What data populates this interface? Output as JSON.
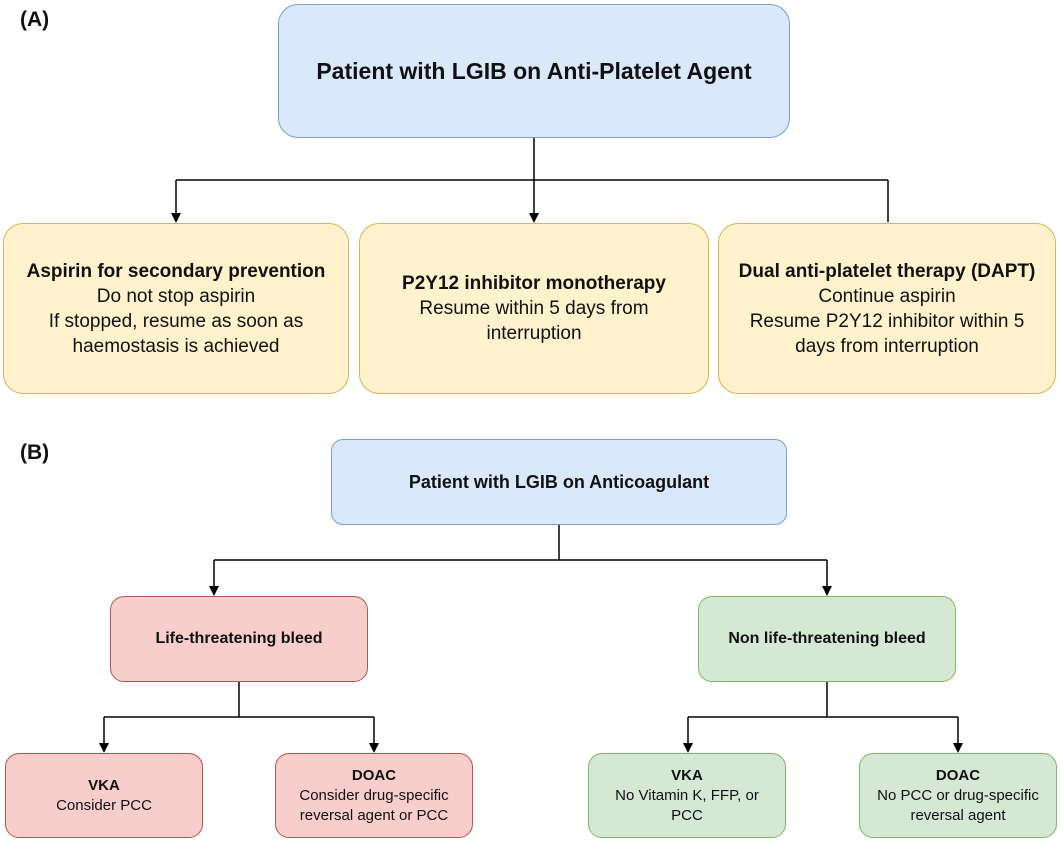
{
  "panel_a": {
    "label": "(A)",
    "root": "Patient with LGIB on Anti-Platelet Agent",
    "aspirin": {
      "title": "Aspirin for secondary prevention",
      "lines": [
        "Do not stop aspirin",
        "If stopped, resume as soon as",
        "haemostasis is achieved"
      ]
    },
    "p2y12": {
      "title": "P2Y12 inhibitor monotherapy",
      "lines": [
        "Resume within 5 days from",
        "interruption"
      ]
    },
    "dapt": {
      "title": "Dual anti-platelet therapy (DAPT)",
      "lines": [
        "Continue aspirin",
        "Resume P2Y12 inhibitor within 5",
        "days from interruption"
      ]
    }
  },
  "panel_b": {
    "label": "(B)",
    "root": "Patient with LGIB on Anticoagulant",
    "life": {
      "title": "Life-threatening bleed",
      "vka": {
        "title": "VKA",
        "lines": [
          "Consider PCC"
        ]
      },
      "doac": {
        "title": "DOAC",
        "lines": [
          "Consider drug-specific",
          "reversal agent or PCC"
        ]
      }
    },
    "non_life": {
      "title": "Non life-threatening bleed",
      "vka": {
        "title": "VKA",
        "lines": [
          "No Vitamin K, FFP, or",
          "PCC"
        ]
      },
      "doac": {
        "title": "DOAC",
        "lines": [
          "No PCC or drug-specific",
          "reversal agent"
        ]
      }
    }
  },
  "colors": {
    "blue_fill": "#dae8fc",
    "yellow_fill": "#fff2cc",
    "red_fill": "#f8cecc",
    "green_fill": "#d5e8d4"
  }
}
